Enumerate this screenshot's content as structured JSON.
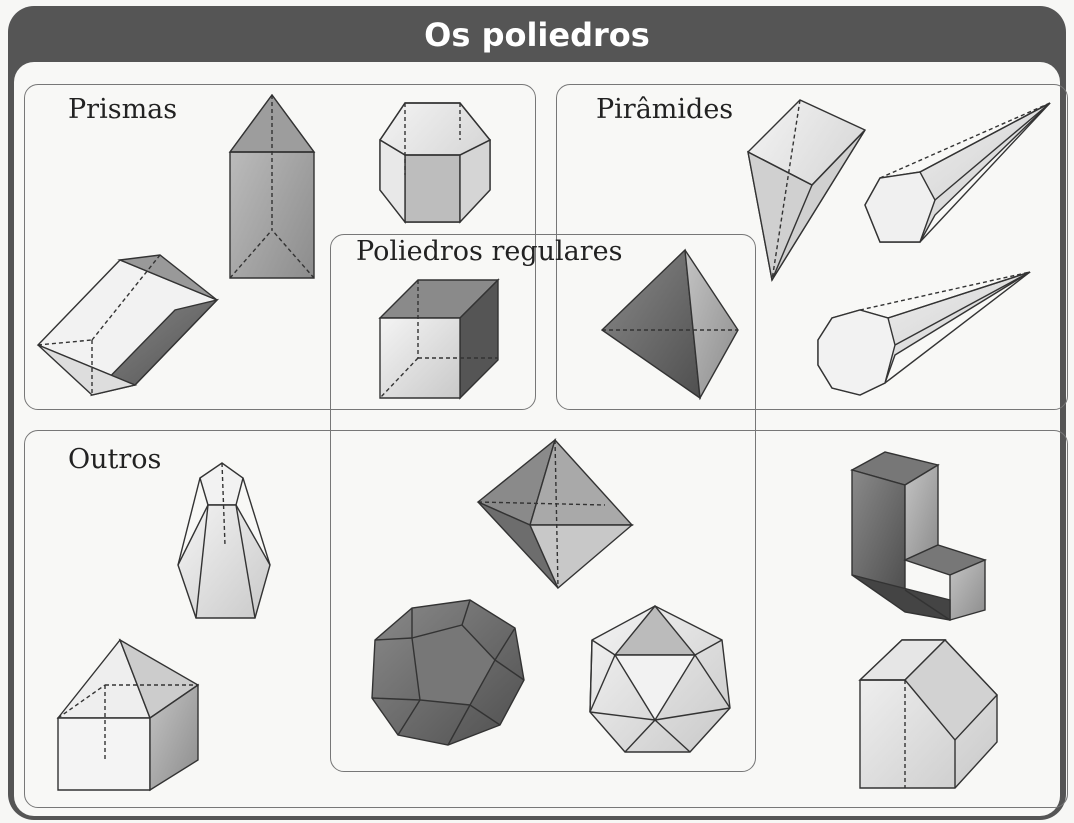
{
  "title": "Os poliedros",
  "sections": {
    "prismas": "Prismas",
    "piramides": "Pirâmides",
    "regulares": "Poliedros regulares",
    "outros": "Outros"
  },
  "colors": {
    "title_bar": "#555555",
    "stroke": "#333333",
    "dark_face": "#6b6b6b",
    "mid_face": "#a8a8a8",
    "light_face": "#e6e6e6"
  }
}
